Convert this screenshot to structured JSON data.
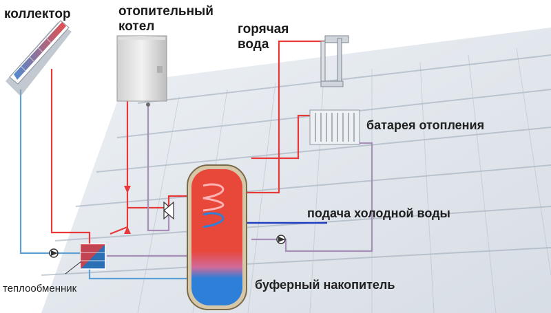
{
  "labels": {
    "collector": "коллектор",
    "boiler_line1": "отопительный",
    "boiler_line2": "котел",
    "hot_water_line1": "горячая",
    "hot_water_line2": "вода",
    "radiator": "батарея отопления",
    "cold_water": "подача холодной воды",
    "heat_exchanger": "теплообменник",
    "buffer_tank": "буферный накопитель"
  },
  "colors": {
    "hot_pipe": "#e8393a",
    "cold_pipe": "#5b9fd6",
    "return_pipe": "#a78fb8",
    "cold_supply": "#1f3fbf",
    "tank_hot": "#e8483a",
    "tank_cold": "#2e7fd8",
    "heat_exchanger": "#2b6fb5",
    "roof": "#c7d0da"
  },
  "icons": {
    "solar_collector": "solar-collector-icon",
    "boiler": "boiler-icon",
    "shower": "shower-icon",
    "radiator": "radiator-icon",
    "pump": "pump-icon",
    "valve": "three-way-valve-icon",
    "heat_exchanger": "heat-exchanger-icon",
    "tank": "buffer-tank-icon",
    "coil": "coil-icon"
  }
}
